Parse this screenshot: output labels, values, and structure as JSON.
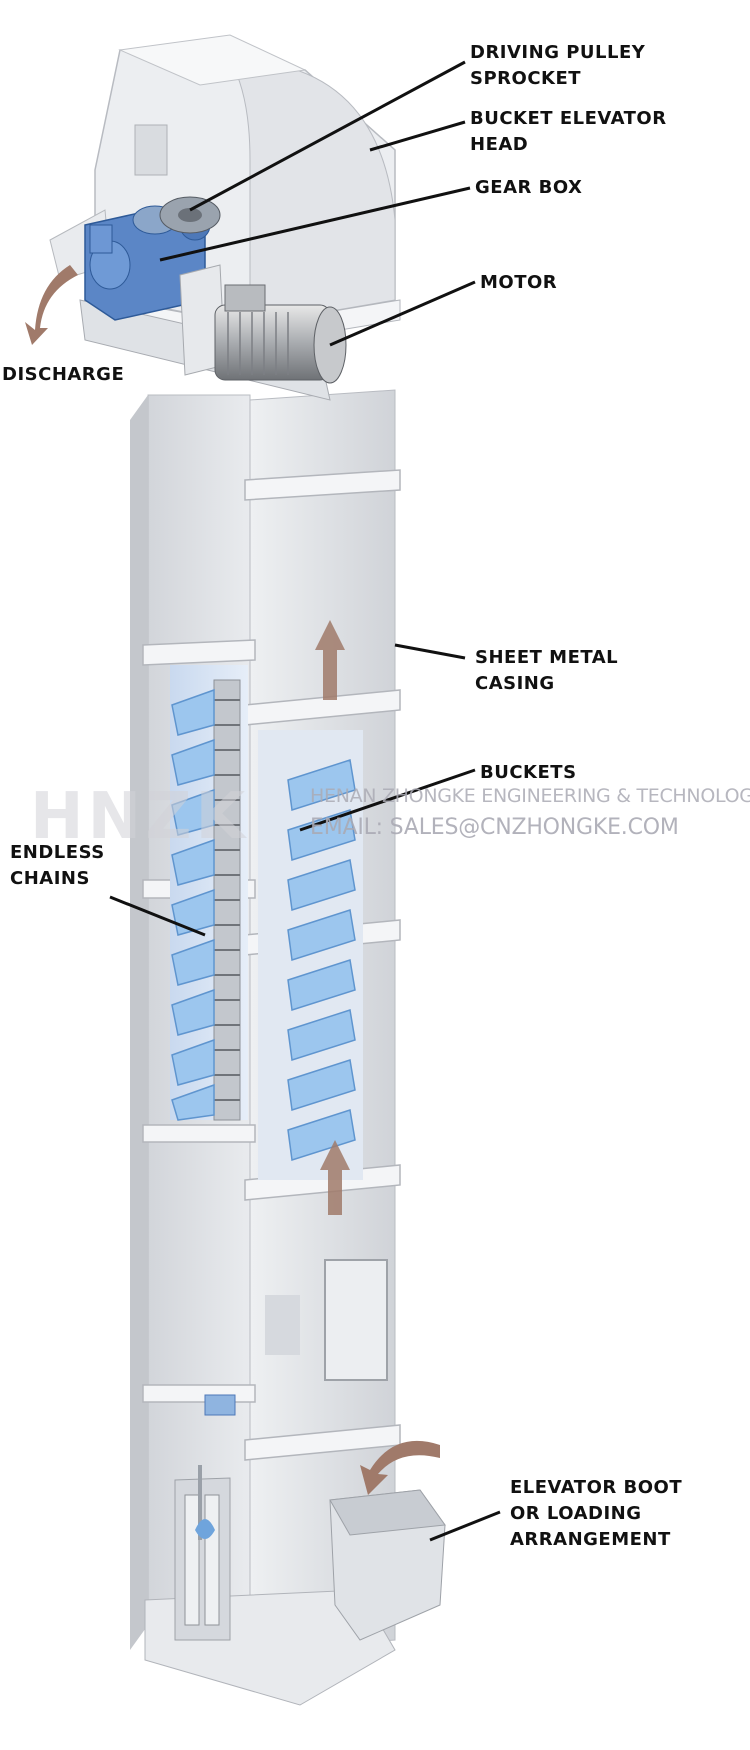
{
  "labels": {
    "driving_pulley": [
      "DRIVING PULLEY",
      "SPROCKET"
    ],
    "elevator_head": [
      "BUCKET ELEVATOR",
      "HEAD"
    ],
    "gear_box": [
      "GEAR BOX"
    ],
    "motor": [
      "MOTOR"
    ],
    "discharge": [
      "DISCHARGE"
    ],
    "casing": [
      "SHEET METAL",
      "CASING"
    ],
    "buckets": [
      "BUCKETS"
    ],
    "chains": [
      "ENDLESS",
      "CHAINS"
    ],
    "boot": [
      "ELEVATOR BOOT",
      "OR LOADING",
      "ARRANGEMENT"
    ]
  },
  "watermark": {
    "brand": "HNZK",
    "company": "HENAN ZHONGKE ENGINEERING & TECHNOLOGY",
    "email": "EMAIL: SALES@CNZHONGKE.COM"
  },
  "colors": {
    "casing": "#e4e6ea",
    "bucket": "#9cc6ee",
    "gearbox": "#5b86c6",
    "arrow": "#a07a6a"
  }
}
